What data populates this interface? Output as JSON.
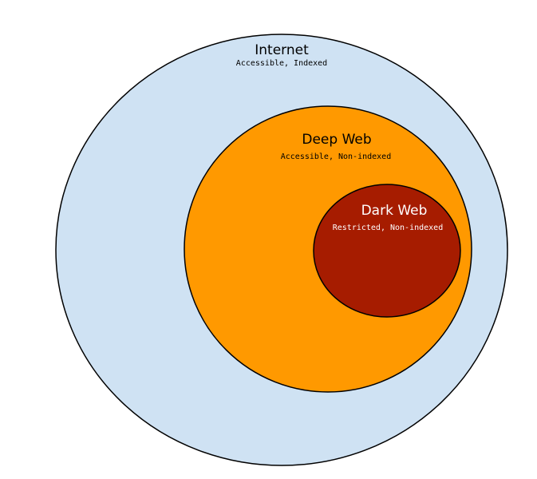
{
  "colors": {
    "background": "#ffffff",
    "outline": "#000000",
    "internet_fill": "#cfe2f3",
    "deep_web_fill": "#ff9900",
    "dark_web_fill": "#a61c00",
    "dark_text": "#000000",
    "light_text": "#ffffff"
  },
  "regions": [
    {
      "id": "internet",
      "title": "Internet",
      "subtitle": "Accessible, Indexed"
    },
    {
      "id": "deep-web",
      "title": "Deep Web",
      "subtitle": "Accessible, Non-indexed"
    },
    {
      "id": "dark-web",
      "title": "Dark Web",
      "subtitle": "Restricted, Non-indexed"
    }
  ]
}
